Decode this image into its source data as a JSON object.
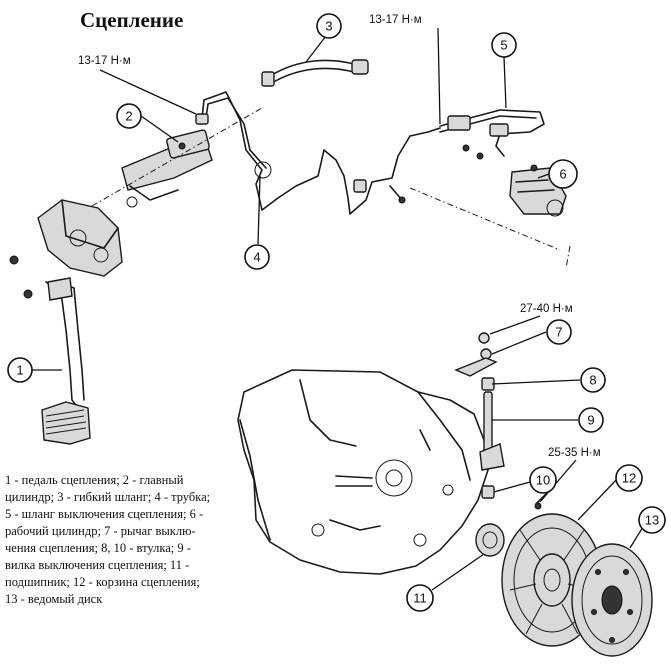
{
  "title": "Сцепление",
  "torques": {
    "t1": "13-17 Н·м",
    "t2": "13-17 Н·м",
    "t3": "27-40 Н·м",
    "t4": "25-35 Н·м"
  },
  "callouts": [
    "1",
    "2",
    "3",
    "4",
    "5",
    "6",
    "7",
    "8",
    "9",
    "10",
    "11",
    "12",
    "13"
  ],
  "legend": [
    "1 - педаль сцепления; 2 - главный",
    "цилиндр; 3 - гибкий шланг; 4 - трубка;",
    "5 - шланг выключения сцепления; 6 -",
    "рабочий цилиндр; 7 - рычаг выклю-",
    "чения сцепления; 8, 10 - втулка; 9 -",
    "вилка выключения сцепления; 11 -",
    "подшипник; 12 - корзина сцепления;",
    "13 - ведомый диск"
  ]
}
